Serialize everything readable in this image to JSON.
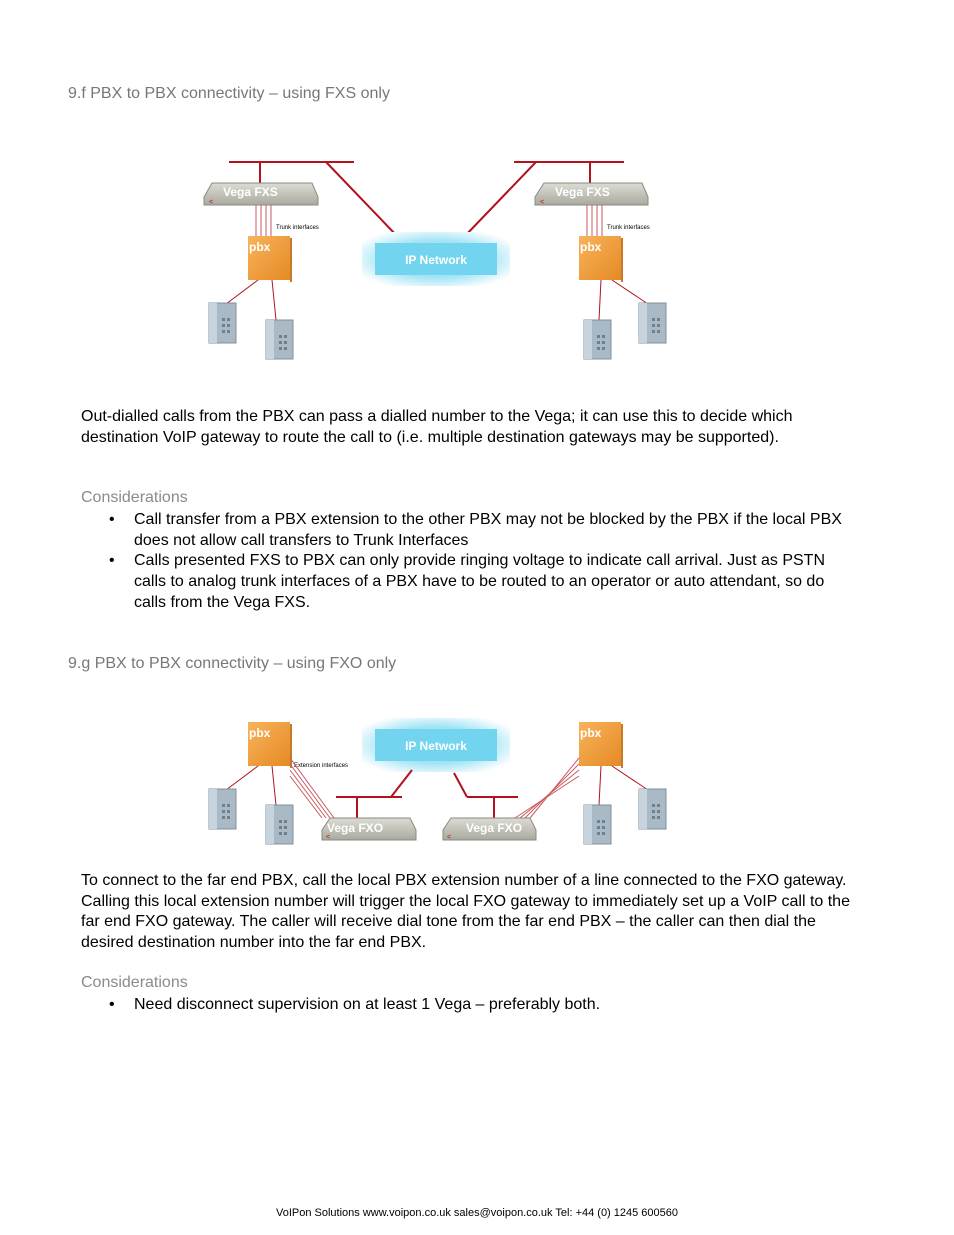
{
  "section_f": {
    "heading": "9.f PBX to PBX connectivity – using FXS only",
    "diagram": {
      "left_gateway": "Vega FXS",
      "right_gateway": "Vega FXS",
      "network": "IP Network",
      "left_pbx": "pbx",
      "right_pbx": "pbx",
      "left_trunk_label": "Trunk interfaces",
      "right_trunk_label": "Trunk interfaces"
    },
    "paragraph": "Out-dialled calls from the PBX can pass a dialled number to the Vega; it can use this to decide which destination VoIP gateway to route the call to (i.e. multiple destination gateways may be supported).",
    "considerations_label": "Considerations",
    "bullets": [
      "Call transfer from a PBX extension to the other PBX may not be blocked by the PBX if the local PBX does not allow call transfers to Trunk Interfaces",
      "Calls presented FXS to PBX can only provide ringing voltage to indicate call arrival.   Just as PSTN calls to analog trunk interfaces of a PBX have to be routed to an operator or auto attendant, so do calls from the Vega FXS."
    ]
  },
  "section_g": {
    "heading": "9.g PBX to PBX connectivity – using FXO only",
    "diagram": {
      "left_pbx": "pbx",
      "right_pbx": "pbx",
      "network": "IP Network",
      "extension_label": "Extension interfaces",
      "left_gateway": "Vega FXO",
      "right_gateway": "Vega FXO"
    },
    "paragraph": "To connect to the far end PBX, call the local PBX extension number of a line connected to the FXO gateway.  Calling this local extension number will trigger the local FXO gateway to immediately set up a VoIP call to the far end FXO gateway.  The caller will receive dial tone from the far end PBX – the caller can then dial the desired destination number into the far end PBX.",
    "considerations_label": "Considerations",
    "bullets": [
      "Need disconnect supervision on at least 1 Vega – preferably both."
    ]
  },
  "footer": "VoIPon Solutions  www.voipon.co.uk  sales@voipon.co.uk  Tel: +44 (0) 1245 600560",
  "colors": {
    "wire": "#b3121c",
    "pbx": "#f5a040",
    "network": "#6cd3ef",
    "gateway": "#c8c8c0",
    "phone": "#a8b8c4"
  }
}
